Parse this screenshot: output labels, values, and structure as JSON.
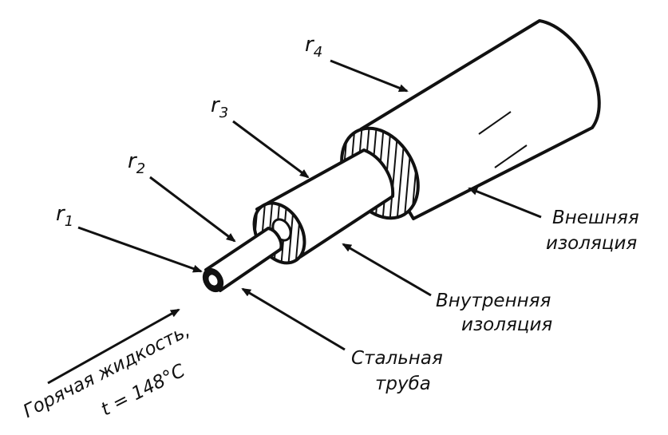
{
  "radii": {
    "r1": "r",
    "r1_sub": "1",
    "r2": "r",
    "r2_sub": "2",
    "r3": "r",
    "r3_sub": "3",
    "r4": "r",
    "r4_sub": "4"
  },
  "labels": {
    "outer_insulation_line1": "Внешняя",
    "outer_insulation_line2": "изоляция",
    "inner_insulation_line1": "Внутренняя",
    "inner_insulation_line2": "изоляция",
    "steel_pipe_line1": "Стальная",
    "steel_pipe_line2": "труба",
    "hot_fluid": "Горячая жидкость,",
    "temperature": "t = 148°C"
  }
}
